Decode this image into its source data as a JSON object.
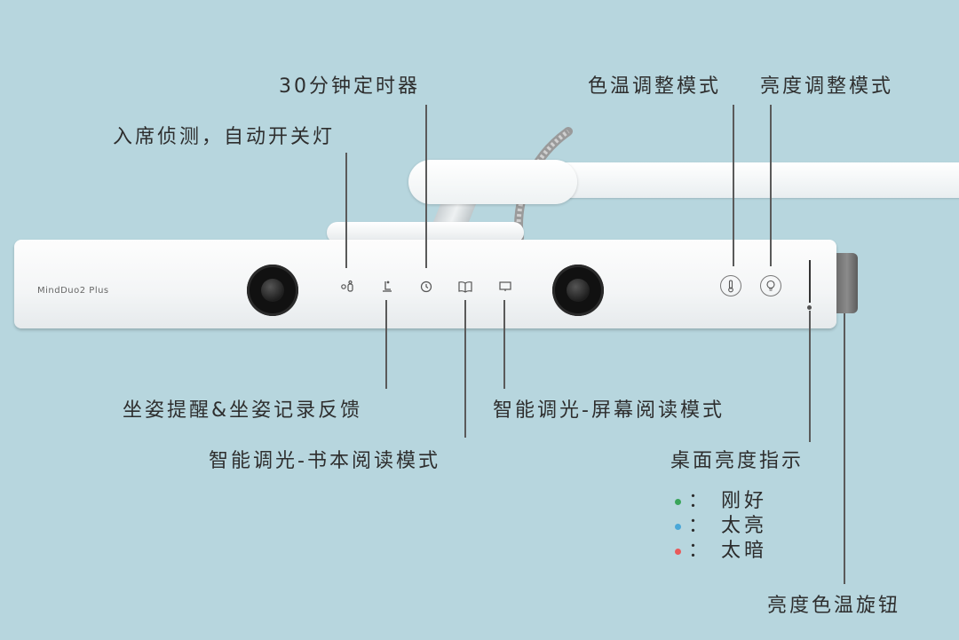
{
  "brand": "MindDuo2 Plus",
  "labels": {
    "timer": "30分钟定时器",
    "presence": "入席侦测，自动开关灯",
    "color_temp_mode": "色温调整模式",
    "brightness_mode": "亮度调整模式",
    "posture": "坐姿提醒&坐姿记录反馈",
    "screen_mode": "智能调光-屏幕阅读模式",
    "book_mode": "智能调光-书本阅读模式",
    "desk_indicator": "桌面亮度指示",
    "knob": "亮度色温旋钮"
  },
  "legend": [
    {
      "label": "： 刚好",
      "color": "#3aa55a"
    },
    {
      "label": "： 太亮",
      "color": "#4aa8d8"
    },
    {
      "label": "： 太暗",
      "color": "#e85a5a"
    }
  ],
  "icons": {
    "presence": "presence-sensor-icon",
    "posture": "posture-icon",
    "timer": "clock-icon",
    "book": "book-icon",
    "screen": "monitor-icon",
    "color_temp": "thermometer-icon",
    "brightness": "lightbulb-icon"
  }
}
